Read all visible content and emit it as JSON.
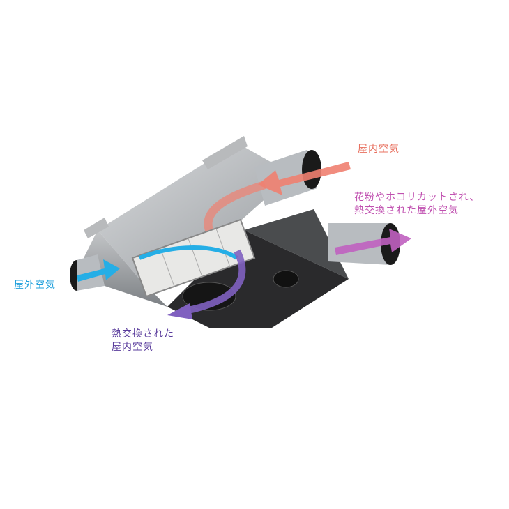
{
  "labels": {
    "indoor_air": "屋内空気",
    "supply_line1": "花粉やホコリカットされ、",
    "supply_line2": "熱交換された屋外空気",
    "outdoor_air": "屋外空気",
    "exhaust_line1": "熱交換された",
    "exhaust_line2": "屋内空気"
  },
  "colors": {
    "indoor_air": "#e8705f",
    "supply_air": "#c050b0",
    "outdoor_air": "#20a0dc",
    "exhaust_air": "#5a3c9c"
  }
}
